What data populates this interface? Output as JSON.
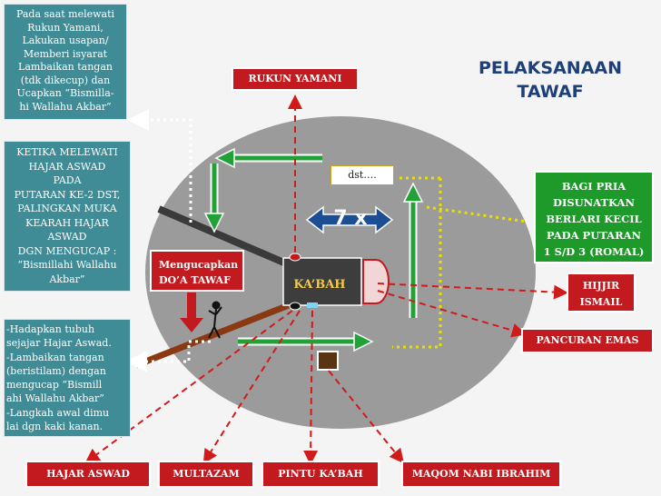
{
  "title": "PELAKSANAAN\nTAWAF",
  "kabah": "KA’BAH",
  "dst": "dst….",
  "rounds": "7 x",
  "labels": {
    "rukun_yamani": "RUKUN YAMANI",
    "hijjir_ismail": "HIJJIR\nISMAIL",
    "pancuran_emas": "PANCURAN EMAS",
    "hajar_aswad": "HAJAR ASWAD",
    "multazam": "MULTAZAM",
    "pintu_kabah": "PINTU KA’BAH",
    "maqom_nabi_ibrahim": "MAQOM NABI IBRAHIM",
    "mengucapkan_doa": "Mengucapkan\nDO’A TAWAF"
  },
  "notes": {
    "rukun_yamani_note": "Pada saat   melewati\nRukun Yamani,\nLakukan usapan/\nMemberi isyarat\nLambaikan tangan\n(tdk dikecup) dan\nUcapkan “Bismilla-\nhi Wallahu Akbar”",
    "hajar_aswad_note": "KETIKA MELEWATI\nHAJAR ASWAD\nPADA\nPUTARAN KE-2 DST,\nPALINGKAN MUKA\nKEARAH HAJAR\nASWAD\nDGN MENGUCAP :\n“Bismillahi Wallahu\nAkbar”",
    "start_note": "-Hadapkan tubuh\n sejajar Hajar Aswad.\n-Lambaikan tangan\n (beristilam) dengan\n mengucap “Bismill\n ahi Wallahu Akbar”\n-Langkah awal dimu\n lai dgn kaki kanan.",
    "romal_note": "BAGI PRIA\nDISUNATKAN\nBERLARI KECIL\nPADA PUTARAN\n1 S/D 3 (ROMAL)"
  },
  "colors": {
    "ellipse": "#9b9b9b",
    "teal_box": "#3f8c96",
    "red_box": "#c21a1f",
    "green_box": "#1e9a2a",
    "kabah": "#3d3d3d",
    "arrow_green": "#22a236",
    "dashed_red": "#d11a1a",
    "dotted_yellow": "#e8e000",
    "brown_line": "#8a3a12",
    "title": "#1e3f78"
  },
  "icons": [
    "walking-person-icon"
  ]
}
